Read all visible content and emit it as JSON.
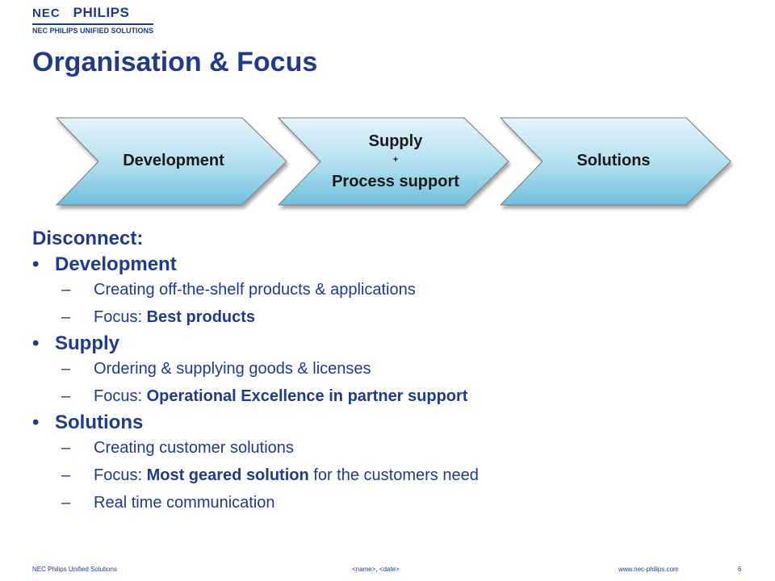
{
  "logo": {
    "brand_left": "NEC",
    "brand_right": "PHILIPS",
    "subtitle": "NEC PHILIPS UNIFIED SOLUTIONS"
  },
  "slide": {
    "title": "Organisation & Focus"
  },
  "process": {
    "steps": [
      {
        "label": "Development"
      },
      {
        "line1": "Supply",
        "plus": "+",
        "line2": "Process support"
      },
      {
        "label": "Solutions"
      }
    ]
  },
  "body": {
    "heading": "Disconnect:",
    "sections": [
      {
        "title": "Development",
        "items": [
          {
            "text": "Creating off-the-shelf products & applications"
          },
          {
            "prefix": "Focus: ",
            "bold": "Best products"
          }
        ]
      },
      {
        "title": "Supply",
        "items": [
          {
            "text": "Ordering & supplying goods & licenses"
          },
          {
            "prefix": "Focus: ",
            "bold": "Operational Excellence in partner support"
          }
        ]
      },
      {
        "title": "Solutions",
        "items": [
          {
            "text": "Creating customer solutions"
          },
          {
            "prefix": "Focus: ",
            "bold": "Most geared solution",
            "suffix": " for the customers need"
          },
          {
            "text": "Real time communication"
          }
        ]
      }
    ]
  },
  "footer": {
    "company": "NEC Philips Unified Solutions",
    "placeholder": "<name>, <date>",
    "url": "www.nec-philips.com",
    "page": "6"
  },
  "colors": {
    "brand": "#1e3b8c",
    "arrow_light": "#e4f4fa",
    "arrow_mid": "#9fd6ea",
    "arrow_dark": "#6fbfdd"
  }
}
